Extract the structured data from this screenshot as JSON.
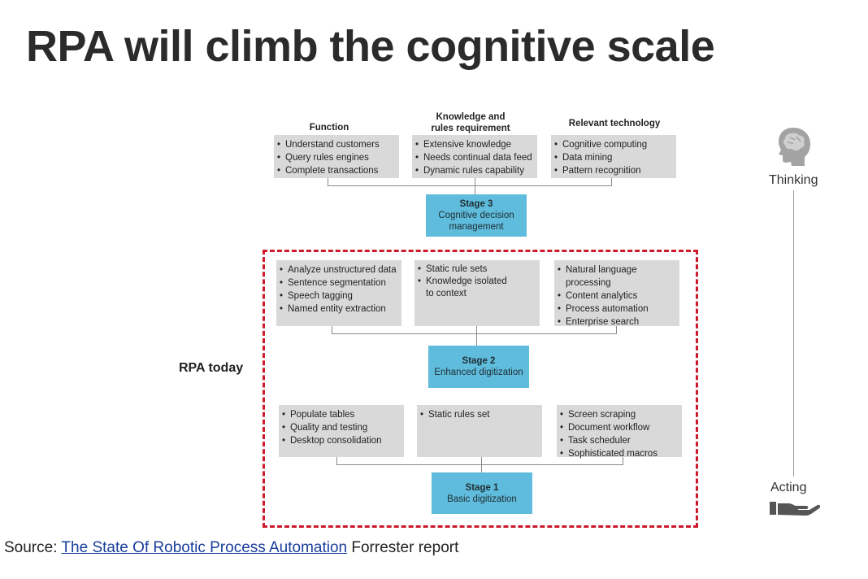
{
  "title": "RPA will climb the cognitive scale",
  "columns": {
    "function": "Function",
    "knowledge_line1": "Knowledge and",
    "knowledge_line2": "rules requirement",
    "technology": "Relevant technology"
  },
  "stage3": {
    "function": [
      "Understand customers",
      "Query rules engines",
      "Complete transactions"
    ],
    "knowledge": [
      "Extensive knowledge",
      "Needs continual data feed",
      "Dynamic rules capability"
    ],
    "technology": [
      "Cognitive computing",
      "Data mining",
      "Pattern recognition"
    ],
    "title": "Stage 3",
    "subtitle_line1": "Cognitive decision",
    "subtitle_line2": "management"
  },
  "stage2": {
    "function": [
      "Analyze unstructured data",
      "Sentence segmentation",
      "Speech tagging",
      "Named entity extraction"
    ],
    "knowledge_1": "Static rule sets",
    "knowledge_2a": "Knowledge isolated",
    "knowledge_2b": "to context",
    "tech_1a": "Natural language",
    "tech_1b": "processing",
    "technology_rest": [
      "Content analytics",
      "Process automation",
      "Enterprise search"
    ],
    "title": "Stage 2",
    "subtitle": "Enhanced digitization"
  },
  "stage1": {
    "function": [
      "Populate tables",
      "Quality and testing",
      "Desktop consolidation"
    ],
    "knowledge": [
      "Static rules set"
    ],
    "technology": [
      "Screen scraping",
      "Document workflow",
      "Task scheduler",
      "Sophisticated macros"
    ],
    "title": "Stage 1",
    "subtitle": "Basic digitization"
  },
  "rpa_today": "RPA today",
  "scale": {
    "top": "Thinking",
    "bottom": "Acting"
  },
  "icons": {
    "head": "head-brain-icon",
    "hand": "hand-icon"
  },
  "colors": {
    "stage_blue": "#5fbcdc",
    "box_gray": "#d9d9d9",
    "dashed_red": "#cc1a2a",
    "link_blue": "#1a3e9c"
  },
  "source": {
    "prefix": "Source: ",
    "link_text": "The State Of Robotic Process Automation",
    "suffix": " Forrester report"
  }
}
